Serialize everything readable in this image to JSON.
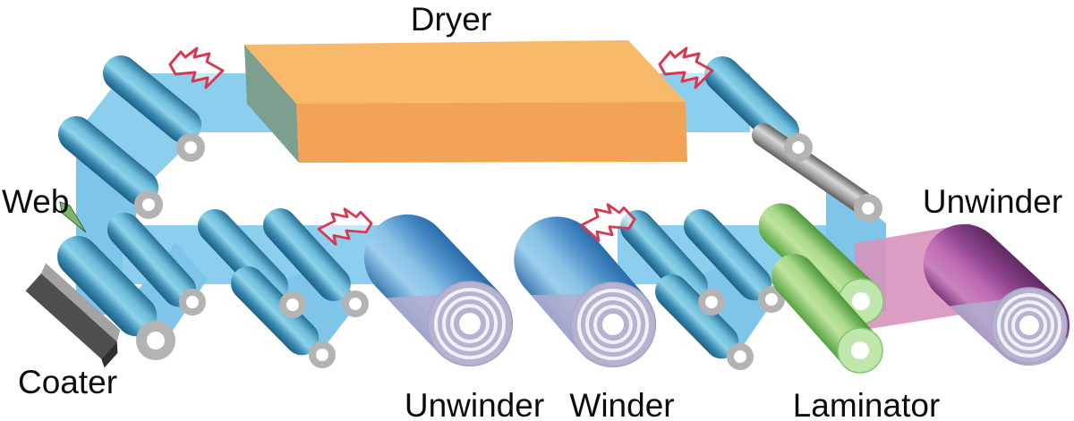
{
  "diagram": {
    "type": "roll-to-roll web coating and lamination process schematic",
    "labels": {
      "dryer": "Dryer",
      "web": "Web",
      "coater": "Coater",
      "unwinder_supply": "Unwinder",
      "winder": "Winder",
      "laminator": "Laminator",
      "unwinder_film": "Unwinder"
    },
    "arrows": {
      "top_left_direction": "right",
      "top_right_direction": "right",
      "bottom_left_direction": "left",
      "bottom_middle_direction": "left"
    },
    "colors": {
      "web_blue": "#8CCEEE",
      "web_blue_dark": "#7FC5E9",
      "roller_blue_mid": "#5FB0D2",
      "roller_gray": "#9C9C9C",
      "dryer_top": "#F9B96B",
      "dryer_front": "#F3A355",
      "dryer_side": "#7D9F8F",
      "coater_dark": "#4E4E4E",
      "roll_cylinder_blue": "#5596CC",
      "roll_core_lavender": "#B6B2D0",
      "laminator_green": "#8CC973",
      "film_pink": "#D892BD",
      "film_roll_purple": "#A0529C",
      "arrow_red": "#D63A52",
      "label_black": "#0C0C0C"
    }
  }
}
